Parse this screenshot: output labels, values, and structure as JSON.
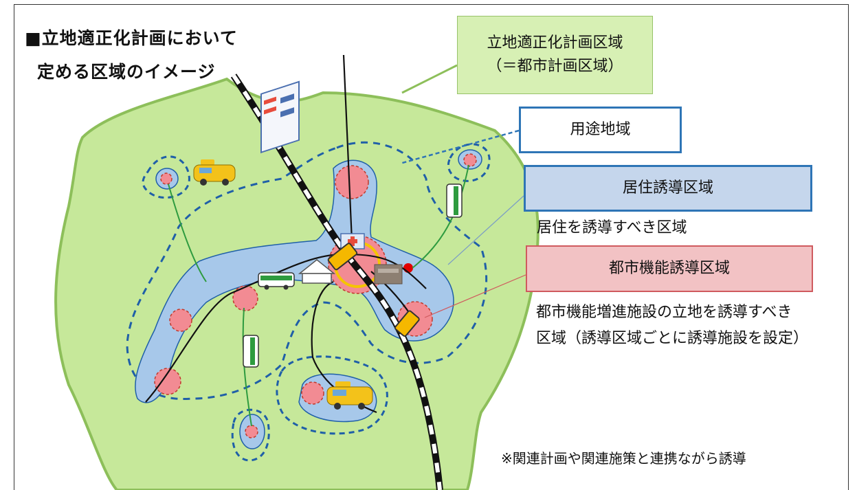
{
  "title": {
    "line1": "■立地適正化計画において",
    "line2": "定める区域のイメージ"
  },
  "legend": {
    "planning_area": {
      "line1": "立地適正化計画区域",
      "line2": "（＝都市計画区域）"
    },
    "use_district": "用途地域",
    "residential_area": {
      "label": "居住誘導区域",
      "description": "居住を誘導すべき区域"
    },
    "urban_function_area": {
      "label": "都市機能誘導区域",
      "description": "都市機能増進施設の立地を誘導すべき区域（誘導区域ごとに誘導施設を設定）"
    }
  },
  "note": "※関連計画や関連施策と連携ながら誘導",
  "colors": {
    "planning_area_fill": "#c6e89a",
    "planning_area_border": "#8dbf5a",
    "residential_fill": "#a7c8ea",
    "use_district_border": "#1f5fa8",
    "urban_function_fill": "#f28b93",
    "accent_box_border": "#2e75b6",
    "urban_box_fill": "#f2c2c4"
  },
  "icons": [
    "building-icon",
    "hospital-icon",
    "taxi-icon",
    "bus-icon",
    "station-icon",
    "shopping-icon",
    "train-icon"
  ]
}
